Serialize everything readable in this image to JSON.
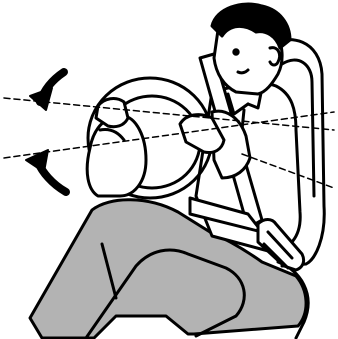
{
  "colors": {
    "stroke": "#000000",
    "background": "#ffffff",
    "legs": "#b3b3b3"
  },
  "illustration": {
    "subject": "driver-seated-with-seatbelt-and-steering-wheel-tilt",
    "arrows": [
      "tilt-up-arrow",
      "tilt-down-arrow"
    ]
  }
}
